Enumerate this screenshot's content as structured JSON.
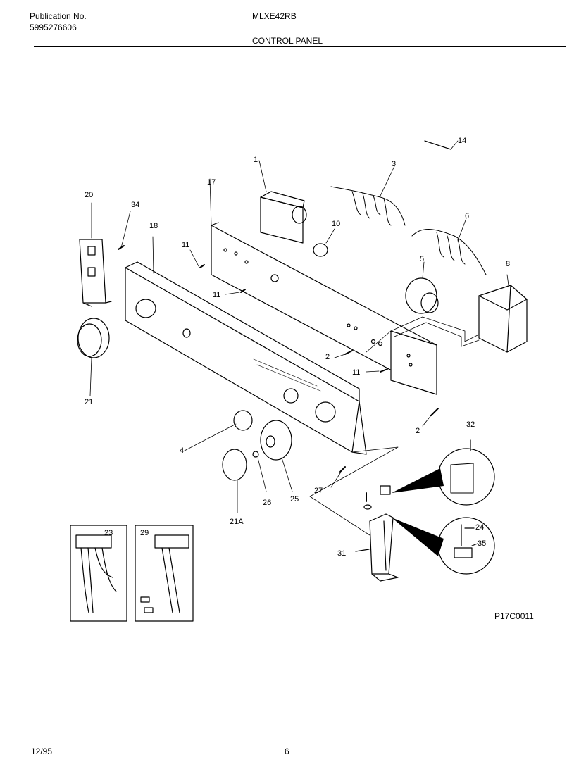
{
  "header": {
    "publication_label": "Publication No.",
    "publication_number": "5995276606",
    "model": "MLXE42RB",
    "section_title": "CONTROL PANEL"
  },
  "footer": {
    "date": "12/95",
    "page": "6"
  },
  "diagram_code": "P17C0011",
  "callouts": {
    "c1": "1",
    "c2a": "2",
    "c2b": "2",
    "c3": "3",
    "c4": "4",
    "c5": "5",
    "c6": "6",
    "c8": "8",
    "c10": "10",
    "c11a": "11",
    "c11b": "11",
    "c11c": "11",
    "c14": "14",
    "c17": "17",
    "c18": "18",
    "c20": "20",
    "c21": "21",
    "c21a": "21A",
    "c23": "23",
    "c24": "24",
    "c25": "25",
    "c26": "26",
    "c27": "27",
    "c29": "29",
    "c31": "31",
    "c32": "32",
    "c34": "34",
    "c35": "35"
  }
}
